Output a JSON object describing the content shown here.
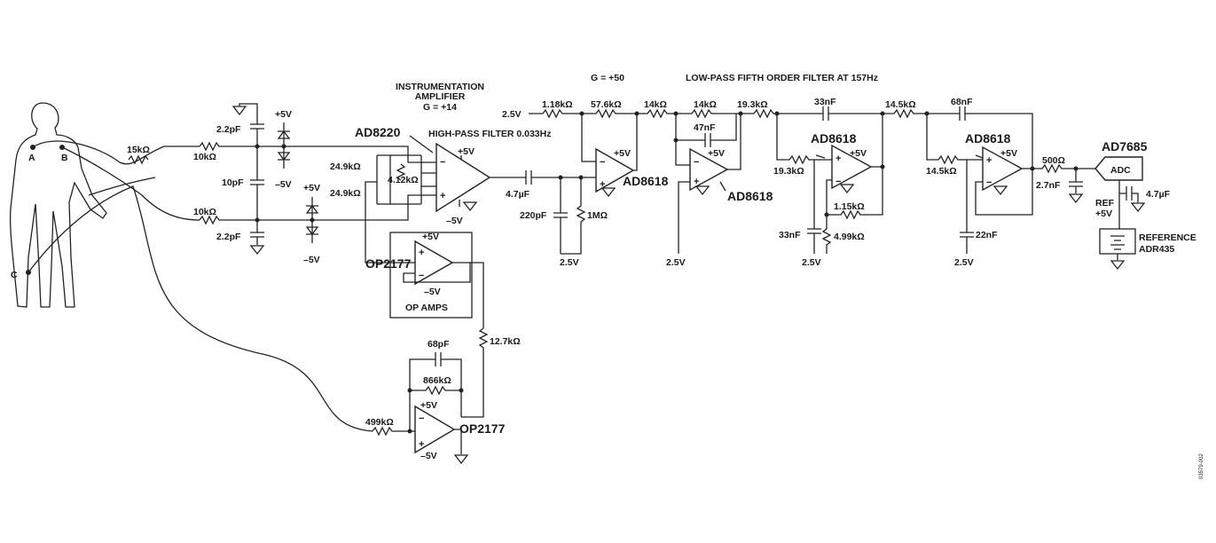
{
  "titles": {
    "inamp_1": "INSTRUMENTATION",
    "inamp_2": "AMPLIFIER",
    "inamp_gain": "G = +14",
    "hp_filter": "HIGH-PASS FILTER 0.033Hz",
    "gain_50": "G = +50",
    "lp_filter": "LOW-PASS FIFTH ORDER FILTER AT 157Hz",
    "op_amps": "OP AMPS"
  },
  "parts": {
    "ad8220": "AD8220",
    "ad8618_a": "AD8618",
    "ad8618_b": "AD8618",
    "ad8618_c": "AD8618",
    "ad8618_d": "AD8618",
    "op2177_a": "OP2177",
    "op2177_b": "OP2177",
    "ad7685": "AD7685",
    "adc": "ADC",
    "reference_1": "REFERENCE",
    "reference_2": "ADR435",
    "ref": "REF",
    "ref_v": "+5V"
  },
  "electrodes": {
    "a": "A",
    "b": "B",
    "c": "C"
  },
  "components": {
    "r_15k": "15kΩ",
    "r_10k_top": "10kΩ",
    "r_10k_bot": "10kΩ",
    "c_2p2_top": "2.2pF",
    "c_10p": "10pF",
    "c_2p2_bot": "2.2pF",
    "r_24k9_a": "24.9kΩ",
    "r_24k9_b": "24.9kΩ",
    "r_4k12": "4.12kΩ",
    "c_4u7": "4.7µF",
    "c_220p": "220pF",
    "r_1m": "1MΩ",
    "r_1k18": "1.18kΩ",
    "r_57k6": "57.6kΩ",
    "r_14k_a": "14kΩ",
    "r_14k_b": "14kΩ",
    "c_47n": "47nF",
    "r_19k3_a": "19.3kΩ",
    "r_19k3_b": "19.3kΩ",
    "c_33n_a": "33nF",
    "c_33n_b": "33nF",
    "r_1k15": "1.15kΩ",
    "r_4k99": "4.99kΩ",
    "r_14k5_a": "14.5kΩ",
    "r_14k5_b": "14.5kΩ",
    "c_68n": "68nF",
    "c_22n": "22nF",
    "r_500": "500Ω",
    "c_2n7": "2.7nF",
    "c_4u7_ref": "4.7µF",
    "c_68p": "68pF",
    "r_866k": "866kΩ",
    "r_499k": "499kΩ",
    "r_12k7": "12.7kΩ"
  },
  "rails": {
    "p5_a": "+5V",
    "m5_a": "–5V",
    "p5_b": "+5V",
    "m5_b": "–5V",
    "p5_inamp": "+5V",
    "m5_inamp": "–5V",
    "p5_u1": "+5V",
    "p5_u2": "+5V",
    "p5_u3": "+5V",
    "p5_u4": "+5V",
    "p5_op1": "+5V",
    "m5_op1": "–5V",
    "p5_op2": "+5V",
    "m5_op2": "–5V",
    "v2p5_in": "2.5V",
    "v2p5_a": "2.5V",
    "v2p5_b": "2.5V",
    "v2p5_c": "2.5V",
    "v2p5_d": "2.5V"
  },
  "figure_id": "03579-002"
}
